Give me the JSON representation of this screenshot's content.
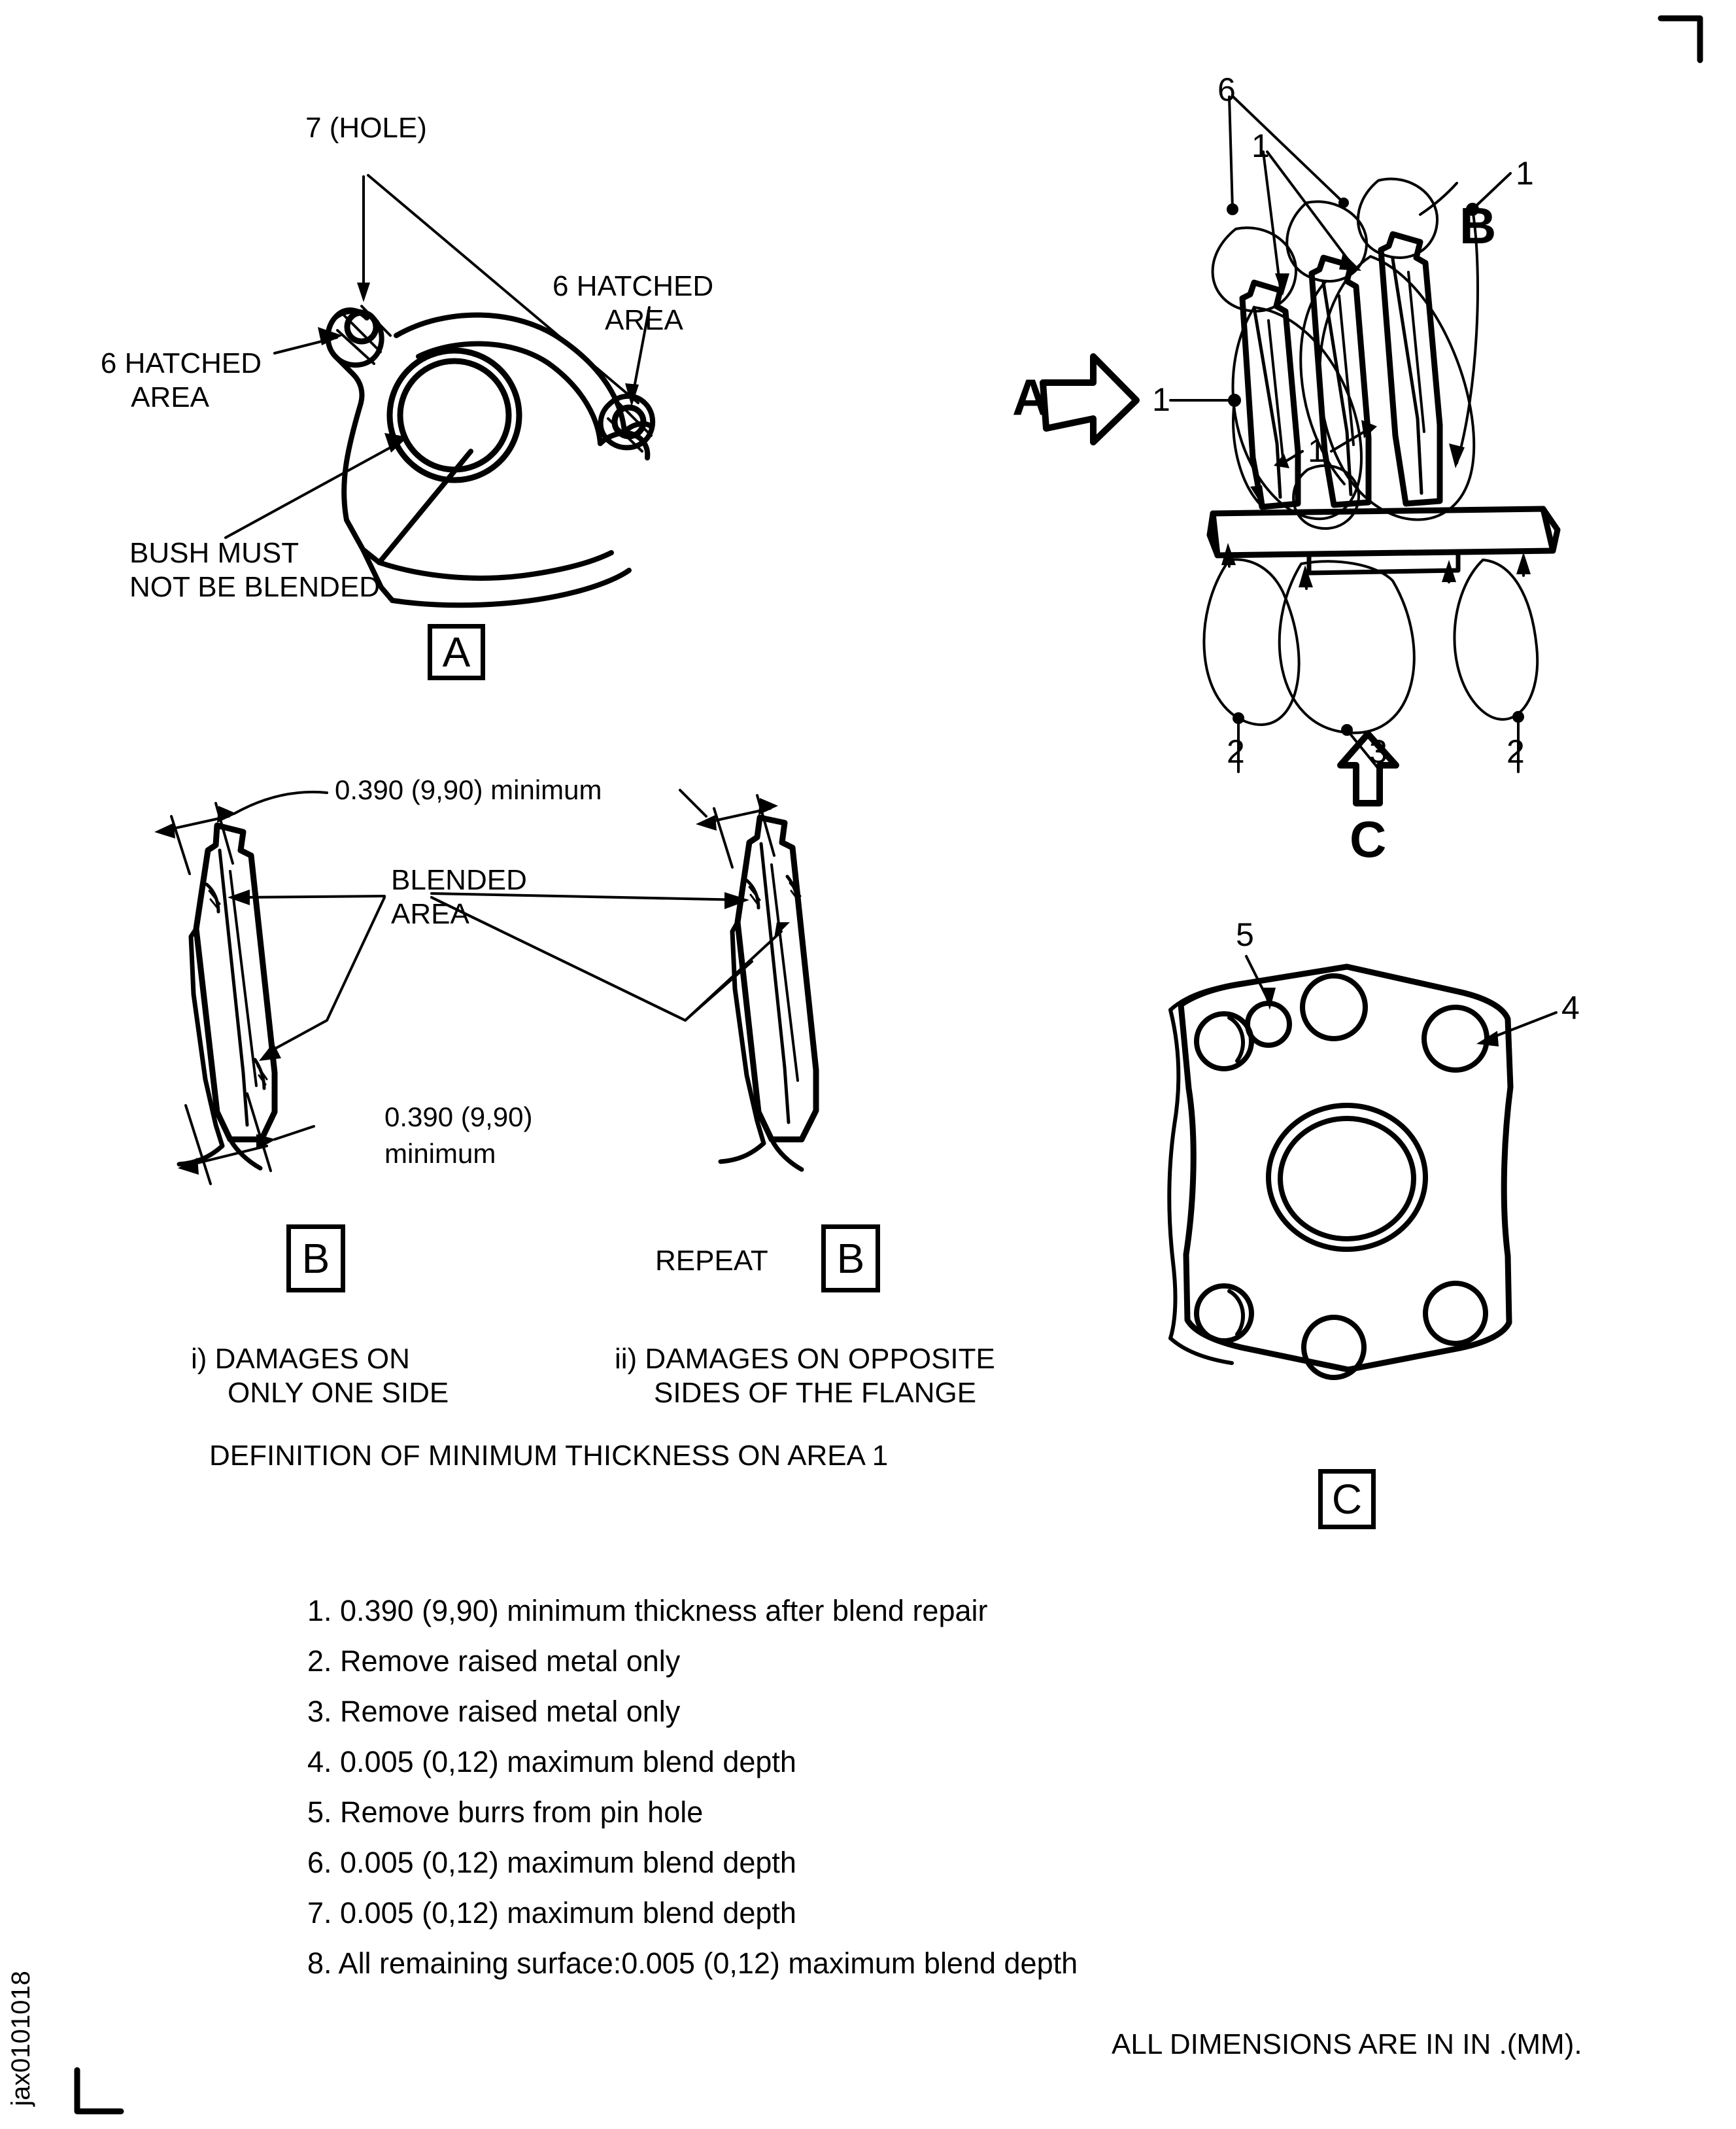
{
  "sheet": {
    "id": "jax0101018",
    "footer_note": "ALL DIMENSIONS ARE IN IN .(MM)."
  },
  "view_a": {
    "box_label": "A",
    "callouts": {
      "hole": "7 (HOLE)",
      "hatched_left_line1": "6 HATCHED",
      "hatched_left_line2": "AREA",
      "hatched_right_line1": "6 HATCHED",
      "hatched_right_line2": "AREA",
      "bush_line1": "BUSH MUST",
      "bush_line2": "NOT BE BLENDED"
    }
  },
  "view_iso": {
    "arrow_a_label": "A",
    "arrow_c_label": "C",
    "detail_b_label": "B",
    "item_6": "6",
    "item_1_top": "1",
    "item_1_left": "1",
    "item_1_right": "1",
    "item_1_mid": "1",
    "item_2_left": "2",
    "item_3": "3",
    "item_2_right": "2"
  },
  "view_b": {
    "dim_top": "0.390 (9,90) minimum",
    "dim_bottom_line1": "0.390 (9,90)",
    "dim_bottom_line2": "minimum",
    "blended_line1": "BLENDED",
    "blended_line2": "AREA",
    "box_label_left": "B",
    "box_label_right": "B",
    "repeat_label": "REPEAT",
    "caption_i_line1": "i) DAMAGES ON",
    "caption_i_line2": "ONLY ONE SIDE",
    "caption_ii_line1": "ii) DAMAGES ON OPPOSITE",
    "caption_ii_line2": "SIDES OF THE FLANGE",
    "definition_caption": "DEFINITION OF MINIMUM THICKNESS ON AREA 1"
  },
  "view_c": {
    "box_label": "C",
    "item_5": "5",
    "item_4": "4"
  },
  "notes": [
    "1. 0.390 (9,90) minimum thickness after blend repair",
    "2. Remove raised metal only",
    "3. Remove raised metal only",
    "4. 0.005 (0,12) maximum blend depth",
    "5. Remove burrs from pin hole",
    "6. 0.005 (0,12) maximum blend depth",
    "7. 0.005 (0,12) maximum blend depth",
    "8. All remaining surface:0.005 (0,12) maximum blend depth"
  ],
  "colors": {
    "ink": "#000000",
    "paper": "#ffffff"
  }
}
